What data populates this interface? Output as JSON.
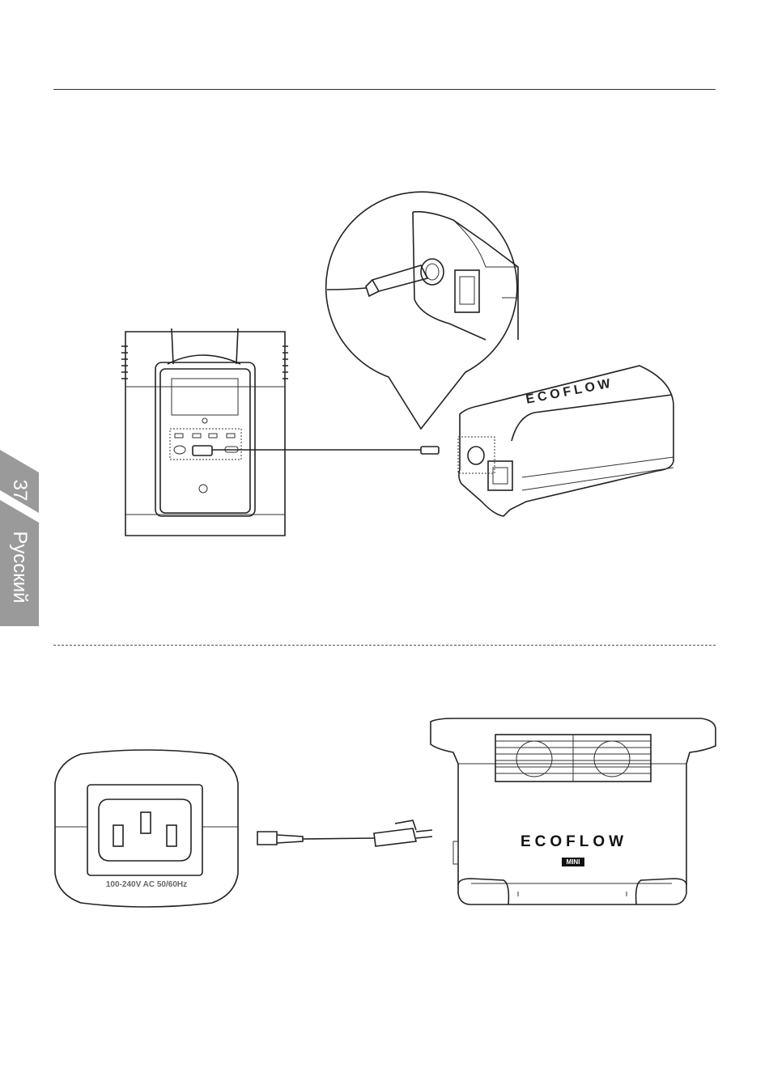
{
  "sidebar": {
    "page_number": "37",
    "language": "Русский",
    "tab_color": "#9a9a9a"
  },
  "figure_top": {
    "brand_logo": "ECOFLOW"
  },
  "figure_bottom": {
    "ac_rating": "100-240V AC 50/60Hz",
    "brand_logo": "ECOFLOW",
    "model_badge": "MINI"
  }
}
